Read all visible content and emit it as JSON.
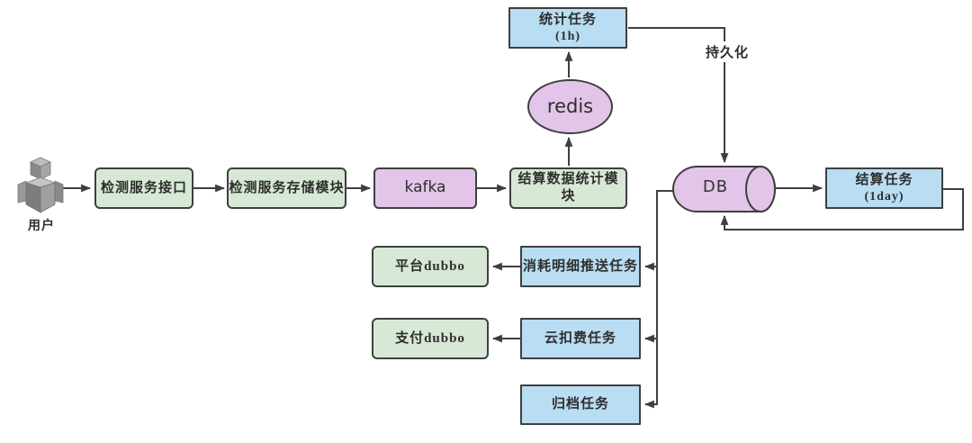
{
  "diagram": {
    "title": "settlement-statistics-architecture",
    "user": {
      "label": "用户"
    },
    "nodes": {
      "detect_api": {
        "label": "检测服务接口"
      },
      "detect_storage": {
        "label": "检测服务存储模块"
      },
      "kafka": {
        "label": "kafka"
      },
      "settle_stat": {
        "label": "结算数据统计模块"
      },
      "redis": {
        "label": "redis"
      },
      "stat_task": {
        "label": "统计任务",
        "sublabel": "(1h)"
      },
      "db": {
        "label": "DB"
      },
      "settle_task": {
        "label": "结算任务",
        "sublabel": "(1day)"
      },
      "push_task": {
        "label": "消耗明细推送任务"
      },
      "platform_dubbo": {
        "label": "平台dubbo"
      },
      "deduct_task": {
        "label": "云扣费任务"
      },
      "pay_dubbo": {
        "label": "支付dubbo"
      },
      "archive_task": {
        "label": "归档任务"
      }
    },
    "edge_labels": {
      "persist": "持久化"
    },
    "colors": {
      "green": "#d7e9d6",
      "blue": "#b9ddf2",
      "purple": "#e3c5e9",
      "line": "#3f3f3f",
      "text": "#2e2e2e"
    }
  }
}
